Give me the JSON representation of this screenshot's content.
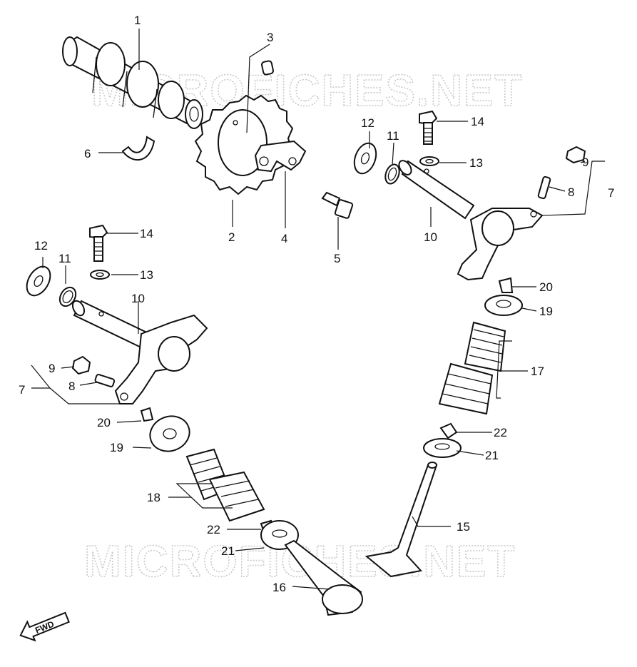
{
  "watermarks": [
    "MICROFICHES.NET",
    "MICROFICHES.NET"
  ],
  "callouts": {
    "c1": "1",
    "c2": "2",
    "c3": "3",
    "c4": "4",
    "c5": "5",
    "c6": "6",
    "c7a": "7",
    "c7b": "7",
    "c8a": "8",
    "c8b": "8",
    "c9a": "9",
    "c9b": "9",
    "c10a": "10",
    "c10b": "10",
    "c11a": "11",
    "c11b": "11",
    "c12a": "12",
    "c12b": "12",
    "c13a": "13",
    "c13b": "13",
    "c14a": "14",
    "c14b": "14",
    "c15": "15",
    "c16": "16",
    "c17": "17",
    "c18": "18",
    "c19a": "19",
    "c19b": "19",
    "c20a": "20",
    "c20b": "20",
    "c21a": "21",
    "c21b": "21",
    "c22a": "22",
    "c22b": "22"
  },
  "fwd_label": "FWD"
}
